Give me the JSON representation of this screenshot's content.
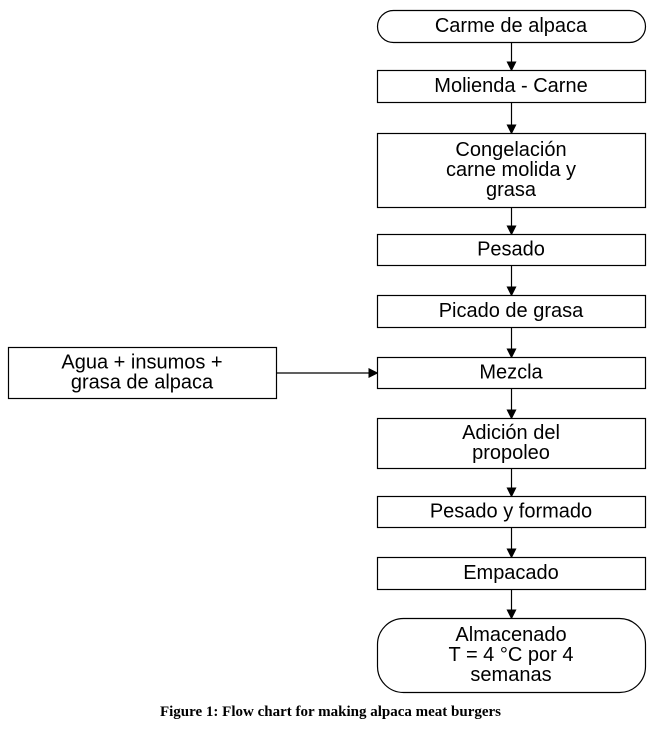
{
  "flowchart": {
    "nodes": [
      {
        "id": "n1",
        "shape": "terminal",
        "lines": [
          "Carme de alpaca"
        ]
      },
      {
        "id": "n2",
        "shape": "process",
        "lines": [
          "Molienda - Carne"
        ]
      },
      {
        "id": "n3",
        "shape": "process",
        "lines": [
          "Congelación",
          "carne molida y",
          "grasa"
        ]
      },
      {
        "id": "n4",
        "shape": "process",
        "lines": [
          "Pesado"
        ]
      },
      {
        "id": "n5",
        "shape": "process",
        "lines": [
          "Picado de grasa"
        ]
      },
      {
        "id": "n6",
        "shape": "process",
        "lines": [
          "Mezcla"
        ]
      },
      {
        "id": "n7",
        "shape": "process",
        "lines": [
          "Adición del",
          "propoleo"
        ]
      },
      {
        "id": "n8",
        "shape": "process",
        "lines": [
          "Pesado y formado"
        ]
      },
      {
        "id": "n9",
        "shape": "process",
        "lines": [
          "Empacado"
        ]
      },
      {
        "id": "n10",
        "shape": "terminal",
        "lines": [
          "Almacenado",
          "T = 4 °C por 4",
          "semanas"
        ]
      },
      {
        "id": "side",
        "shape": "process",
        "lines": [
          "Agua + insumos +",
          "grasa de alpaca"
        ]
      }
    ],
    "edges": [
      {
        "from": "n1",
        "to": "n2"
      },
      {
        "from": "n2",
        "to": "n3"
      },
      {
        "from": "n3",
        "to": "n4"
      },
      {
        "from": "n4",
        "to": "n5"
      },
      {
        "from": "n5",
        "to": "n6"
      },
      {
        "from": "n6",
        "to": "n7"
      },
      {
        "from": "n7",
        "to": "n8"
      },
      {
        "from": "n8",
        "to": "n9"
      },
      {
        "from": "n9",
        "to": "n10"
      },
      {
        "from": "side",
        "to": "n6"
      }
    ]
  },
  "caption": "Figure 1: Flow chart for making alpaca meat burgers"
}
